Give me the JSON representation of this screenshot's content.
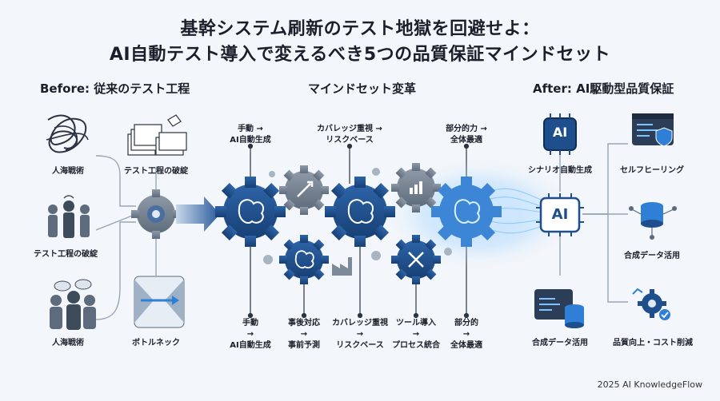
{
  "title": {
    "line1": "基幹システム刷新のテスト地獄を回避せよ：",
    "line2": "AI自動テスト導入で変えるべき5つの品質保証マインドセット"
  },
  "sections": {
    "before": "Before: 従来のテスト工程",
    "middle": "マインドセット変革",
    "after": "After: AI駆動型品質保証"
  },
  "before_items": [
    {
      "label": "人海戦術",
      "icon": "tangled-lines-icon"
    },
    {
      "label": "テスト工程の破綻",
      "icon": "paper-stacks-icon"
    },
    {
      "label": "テスト工程の破綻",
      "icon": "stressed-people-icon"
    },
    {
      "label": "人海戦術",
      "icon": "arguing-people-icon"
    },
    {
      "label": "ボトルネック",
      "icon": "funnel-bottleneck-icon"
    }
  ],
  "top_labels": [
    {
      "l1": "手動 →",
      "l2": "AI自動生成"
    },
    {
      "l1": "カバレッジ重視 →",
      "l2": "リスクベース"
    },
    {
      "l1": "部分的力 →",
      "l2": "全体最適"
    }
  ],
  "bottom_labels": [
    {
      "l1": "手動",
      "l2": "→",
      "l3": "AI自動生成"
    },
    {
      "l1": "事後対応",
      "l2": "→",
      "l3": "事前予測"
    },
    {
      "l1": "カバレッジ重視",
      "l2": "→",
      "l3": "リスクベース"
    },
    {
      "l1": "ツール導入",
      "l2": "→",
      "l3": "プロセス統合"
    },
    {
      "l1": "部分的",
      "l2": "→",
      "l3": "全体最適"
    }
  ],
  "after_items": [
    {
      "label": "シナリオ自動生成",
      "icon": "ai-chip-icon"
    },
    {
      "label": "セルフヒーリング",
      "icon": "code-shield-icon"
    },
    {
      "label": "合成データ活用",
      "icon": "database-network-icon"
    },
    {
      "label": "合成データ活用",
      "icon": "code-database-icon"
    },
    {
      "label": "品質向上・コスト削減",
      "icon": "gear-check-icon"
    }
  ],
  "center_chip": "AI",
  "top_chip": "AI",
  "footer": "2025 AI KnowledgeFlow",
  "colors": {
    "primary": "#1e4e8c",
    "accent": "#2f7fd6",
    "glow": "#7fc4ff",
    "gray": "#7d8a99"
  }
}
